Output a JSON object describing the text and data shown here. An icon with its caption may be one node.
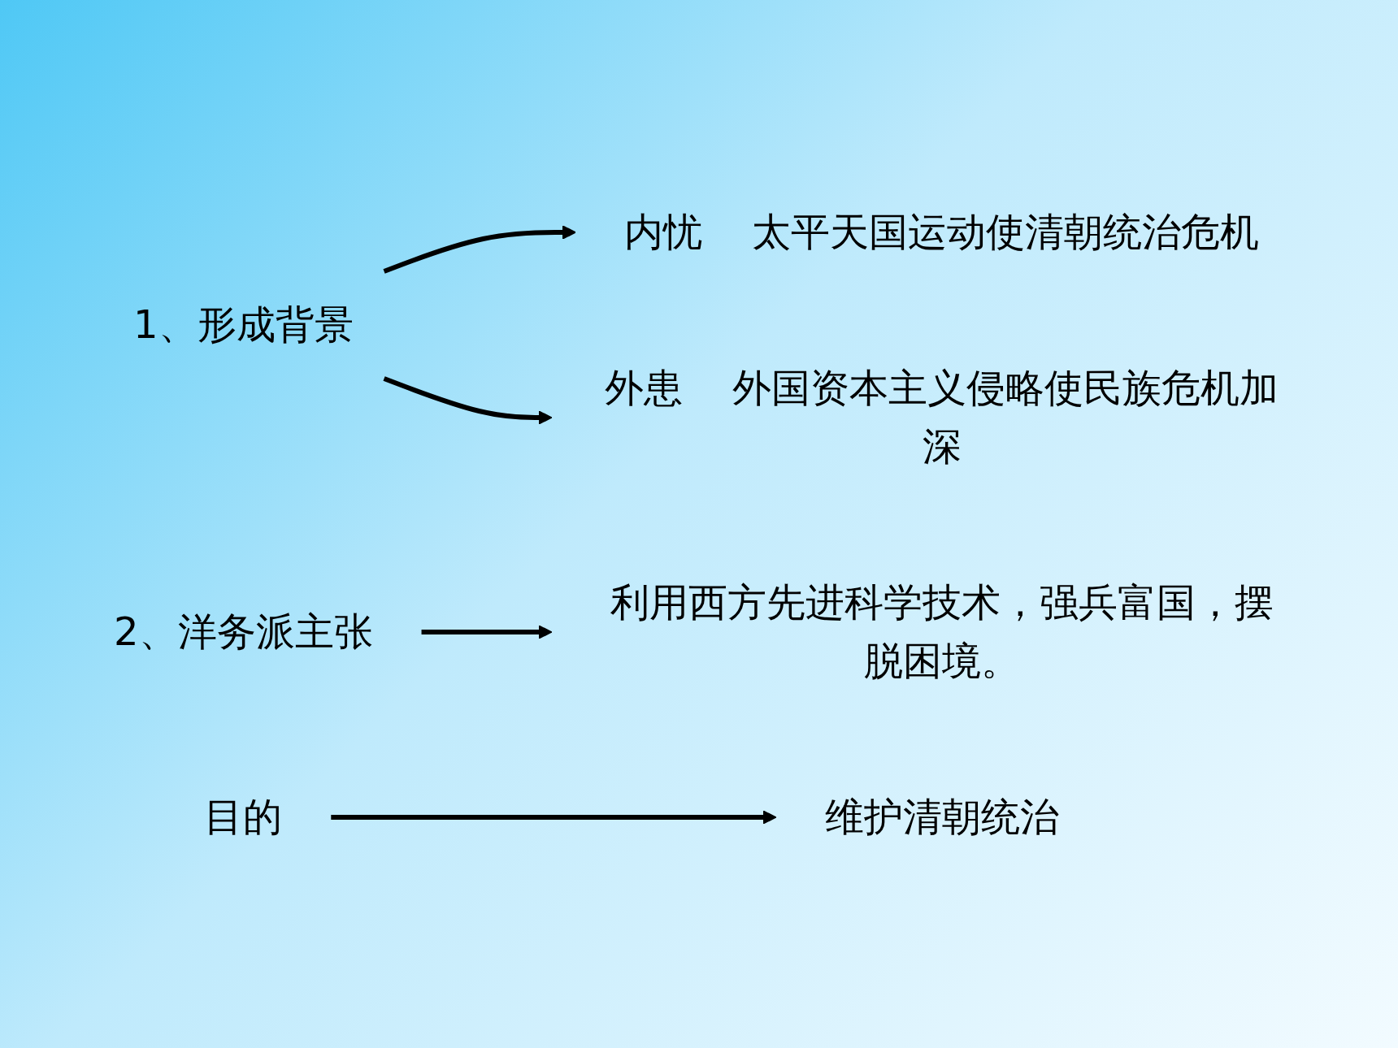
{
  "diagram": {
    "nodes": [
      {
        "text": [
          "1、形成背景"
        ]
      },
      {
        "text": [
          "内忧"
        ],
        "beside": [
          "太平天国运动使清朝统治危机"
        ]
      },
      {
        "text": [
          "外患"
        ],
        "beside": [
          "外国资本主义侵略使民族危机加深"
        ]
      },
      {
        "text": [
          "2、洋务派主张"
        ]
      },
      {
        "text": [
          "利用西方先进科学技术，强兵富国，摆脱困境。"
        ]
      },
      {
        "text": [
          "目的"
        ]
      },
      {
        "text": [
          "维护清朝统治"
        ]
      }
    ],
    "edges": [
      {
        "from": 0,
        "to": 1,
        "arrow": "to"
      },
      {
        "from": 0,
        "to": 2,
        "arrow": "to"
      },
      {
        "from": 3,
        "to": 4,
        "arrow": "to"
      },
      {
        "from": 5,
        "to": 6,
        "arrow": "to"
      }
    ]
  }
}
